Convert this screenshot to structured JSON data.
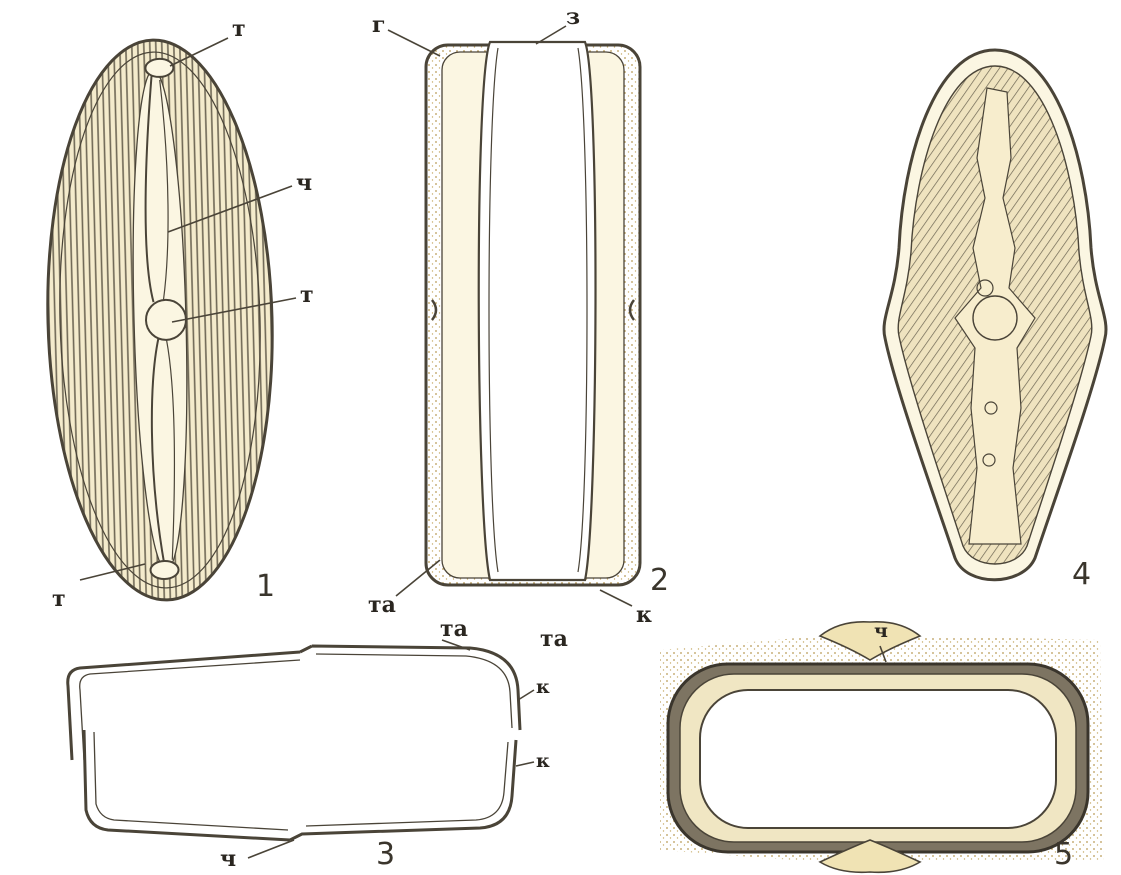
{
  "colors": {
    "paper": "#ffffff",
    "ink": "#4a4438",
    "stipple": "#c9ae66",
    "wash": "#f2e8c6",
    "hatch": "#6b6452"
  },
  "labels": {
    "fig1_top_t": "т",
    "fig1_ch": "ч",
    "fig1_mid_t": "т",
    "fig1_bottom_t": "т",
    "fig1_num": "1",
    "fig2_g": "г",
    "fig2_z": "з",
    "fig2_ta": "та",
    "fig2_k": "к",
    "fig2_num": "2",
    "fig3_ta_top": "та",
    "fig3_ta_mid": "та",
    "fig3_k1": "к",
    "fig3_k2": "к",
    "fig3_ch": "ч",
    "fig3_num": "3",
    "fig4_num": "4",
    "fig5_ch": "ч",
    "fig5_num": "5"
  }
}
